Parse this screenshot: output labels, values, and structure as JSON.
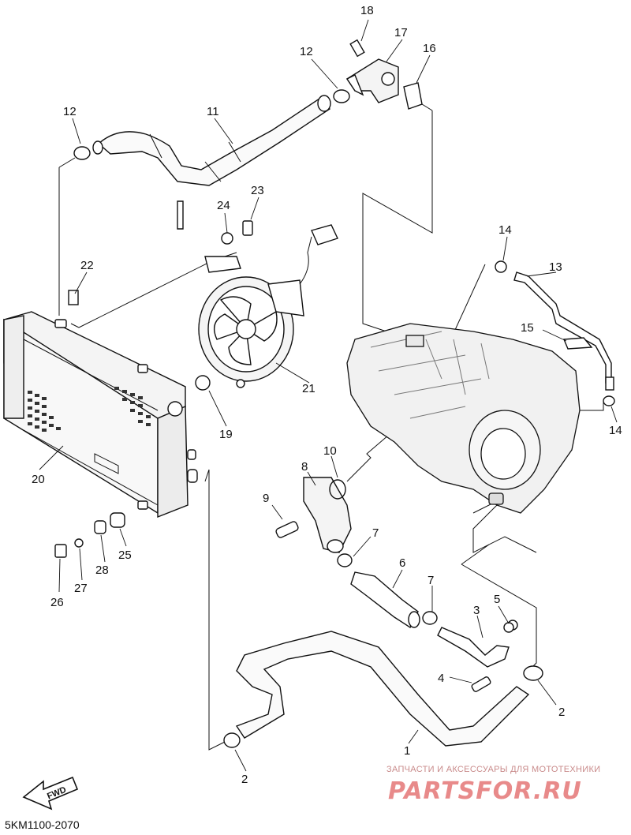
{
  "diagram": {
    "part_code": "5KM1100-2070",
    "fwd_label": "FWD",
    "watermark_caption": "ЗАПЧАСТИ И АКСЕССУАРЫ ДЛЯ МОТОТЕХНИКИ",
    "watermark_logo": "PARTSFOR.RU",
    "callouts": [
      {
        "id": "c18",
        "text": "18"
      },
      {
        "id": "c17",
        "text": "17"
      },
      {
        "id": "c16",
        "text": "16"
      },
      {
        "id": "c12a",
        "text": "12"
      },
      {
        "id": "c12b",
        "text": "12"
      },
      {
        "id": "c11",
        "text": "11"
      },
      {
        "id": "c23",
        "text": "23"
      },
      {
        "id": "c24",
        "text": "24"
      },
      {
        "id": "c22",
        "text": "22"
      },
      {
        "id": "c14a",
        "text": "14"
      },
      {
        "id": "c13",
        "text": "13"
      },
      {
        "id": "c15",
        "text": "15"
      },
      {
        "id": "c14b",
        "text": "14"
      },
      {
        "id": "c21",
        "text": "21"
      },
      {
        "id": "c19",
        "text": "19"
      },
      {
        "id": "c20",
        "text": "20"
      },
      {
        "id": "c10",
        "text": "10"
      },
      {
        "id": "c8",
        "text": "8"
      },
      {
        "id": "c9",
        "text": "9"
      },
      {
        "id": "c7a",
        "text": "7"
      },
      {
        "id": "c6",
        "text": "6"
      },
      {
        "id": "c7b",
        "text": "7"
      },
      {
        "id": "c5",
        "text": "5"
      },
      {
        "id": "c3",
        "text": "3"
      },
      {
        "id": "c4",
        "text": "4"
      },
      {
        "id": "c2a",
        "text": "2"
      },
      {
        "id": "c1",
        "text": "1"
      },
      {
        "id": "c2b",
        "text": "2"
      },
      {
        "id": "c26",
        "text": "26"
      },
      {
        "id": "c27",
        "text": "27"
      },
      {
        "id": "c28",
        "text": "28"
      },
      {
        "id": "c25",
        "text": "25"
      }
    ]
  }
}
